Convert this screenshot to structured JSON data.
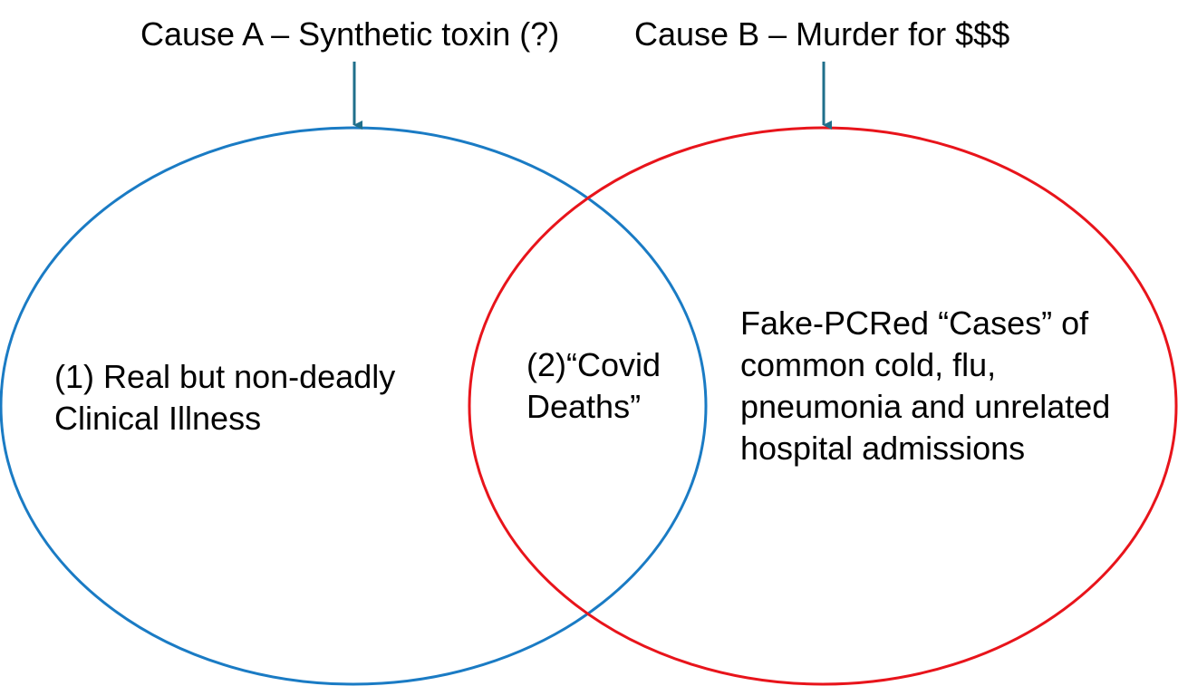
{
  "causes": {
    "a": {
      "label": "Cause A – Synthetic toxin (?)",
      "color": "#1f6f8b"
    },
    "b": {
      "label": "Cause B – Murder for $$$",
      "color": "#1f6f8b"
    }
  },
  "sets": {
    "left": {
      "color": "#1a7bc4"
    },
    "right": {
      "color": "#e8141b"
    }
  },
  "regions": {
    "left": {
      "lines": [
        "(1) Real but non-deadly",
        "Clinical Illness"
      ]
    },
    "overlap": {
      "lines": [
        "(2)“Covid",
        "Deaths”"
      ]
    },
    "right": {
      "lines": [
        "Fake-PCRed “Cases” of",
        "common cold, flu,",
        "pneumonia and unrelated",
        "hospital admissions"
      ]
    }
  }
}
